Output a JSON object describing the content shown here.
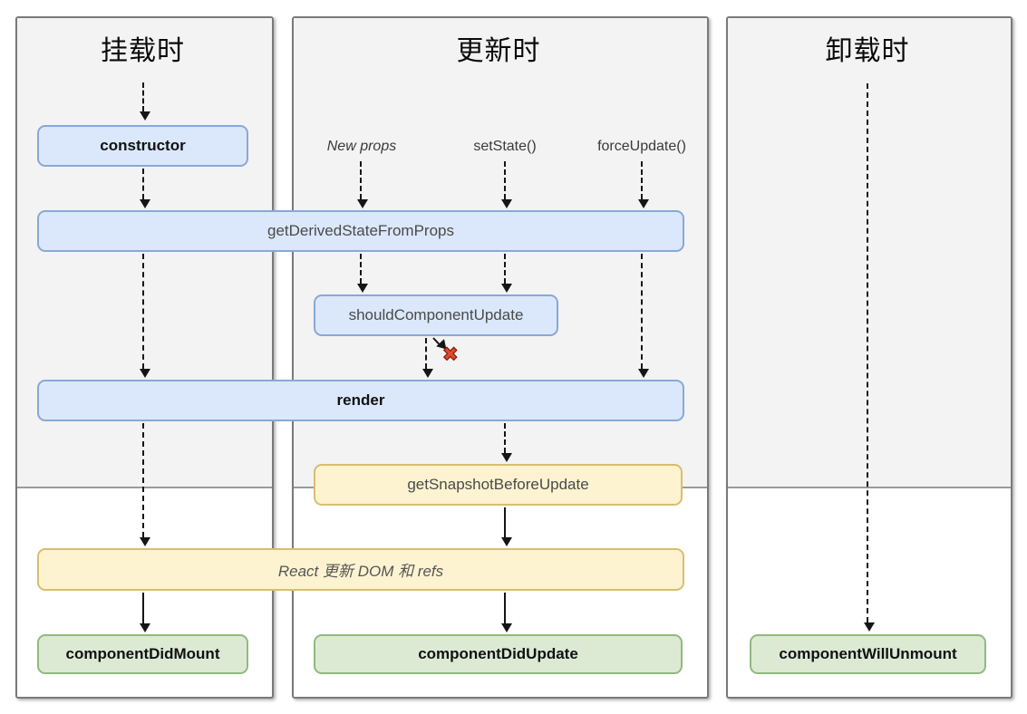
{
  "columns": {
    "mounting": {
      "title": "挂载时"
    },
    "updating": {
      "title": "更新时"
    },
    "unmounting": {
      "title": "卸载时"
    }
  },
  "triggers": {
    "new_props": "New props",
    "set_state": "setState()",
    "force_update": "forceUpdate()"
  },
  "nodes": {
    "ctor": {
      "label": "constructor"
    },
    "gdsfp": {
      "label": "getDerivedStateFromProps"
    },
    "scu": {
      "label": "shouldComponentUpdate"
    },
    "render": {
      "label": "render"
    },
    "gsbu": {
      "label": "getSnapshotBeforeUpdate"
    },
    "react_dom": {
      "label": "React 更新 DOM 和 refs"
    },
    "cdm": {
      "label": "componentDidMount"
    },
    "cdu": {
      "label": "componentDidUpdate"
    },
    "cwu": {
      "label": "componentWillUnmount"
    }
  },
  "abort": {
    "glyph": "✖",
    "color": "#e04b2f"
  },
  "colors": {
    "blue_fill": "#dbe8fb",
    "blue_border": "#88a8d9",
    "yellow_fill": "#fdf3d0",
    "yellow_border": "#d9bd70",
    "green_fill": "#dcead4",
    "green_border": "#90b97f",
    "phase_bg": "#f2f3f2",
    "panel_border": "#7a7a7a",
    "arrow": "#151515"
  }
}
